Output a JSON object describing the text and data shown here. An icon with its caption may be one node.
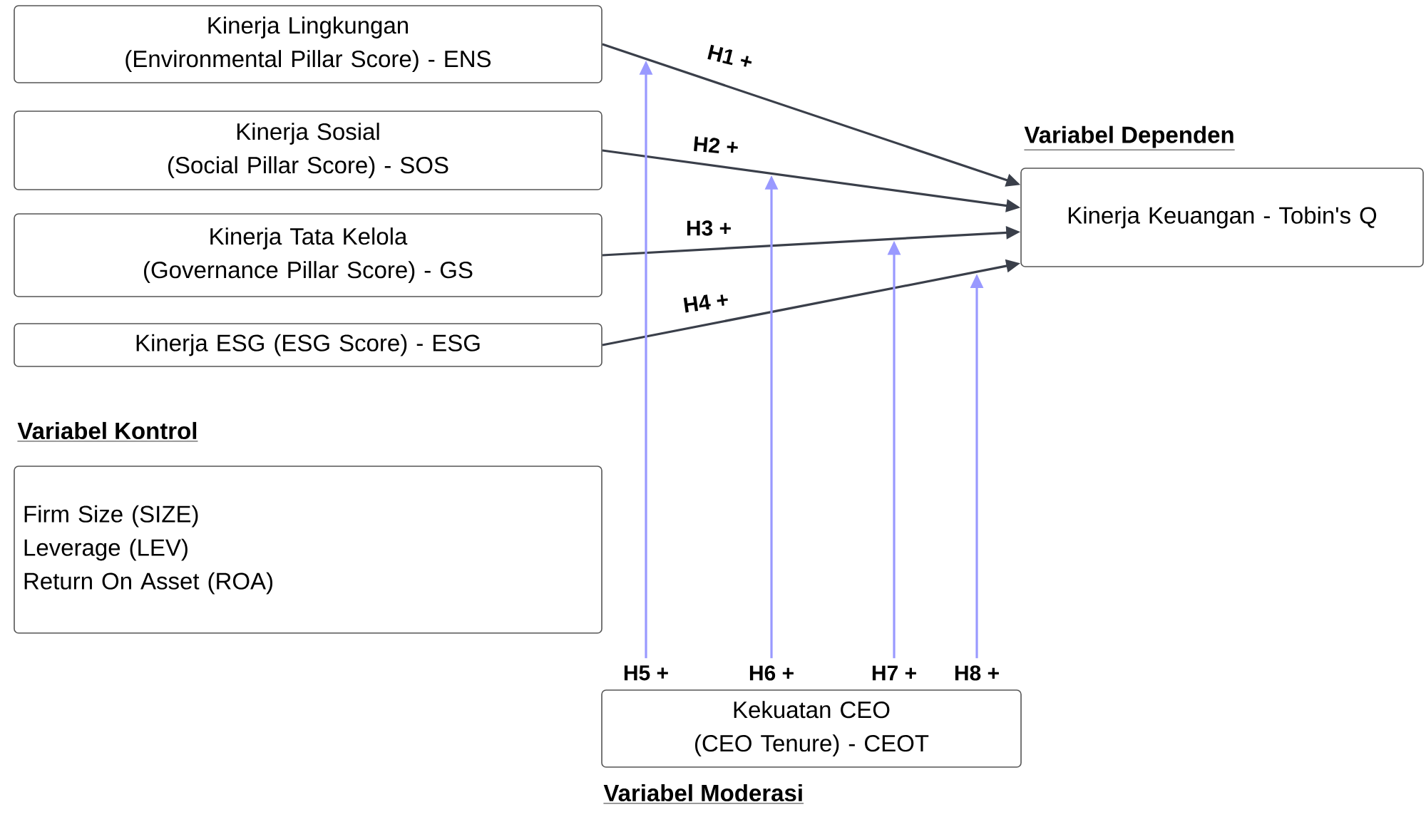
{
  "diagram": {
    "nodes": [
      {
        "text": [
          "Kinerja Lingkungan",
          "(Environmental Pillar Score) - ENS"
        ]
      },
      {
        "text": [
          "Kinerja Sosial",
          "(Social Pillar Score) - SOS"
        ]
      },
      {
        "text": [
          "Kinerja Tata Kelola",
          "(Governance Pillar Score) - GS"
        ]
      },
      {
        "text": [
          "Kinerja ESG (ESG Score) - ESG"
        ]
      },
      {
        "text": [
          "Variabel Dependen",
          "Kinerja Keuangan - Tobin's Q"
        ]
      },
      {
        "text": [
          "Variabel Kontrol",
          "Firm Size (SIZE)",
          "Leverage (LEV)",
          "Return On Asset (ROA)"
        ]
      },
      {
        "text": [
          "Kekuatan CEO",
          "(CEO Tenure) - CEOT",
          "Variabel Moderasi"
        ]
      }
    ],
    "edges": [
      {
        "from": 0,
        "to": 4,
        "arrow": "to",
        "label": "H1 +",
        "color": "#3a3f4a"
      },
      {
        "from": 1,
        "to": 4,
        "arrow": "to",
        "label": "H2 +",
        "color": "#3a3f4a"
      },
      {
        "from": 2,
        "to": 4,
        "arrow": "to",
        "label": "H3 +",
        "color": "#3a3f4a"
      },
      {
        "from": 3,
        "to": 4,
        "arrow": "to",
        "label": "H4 +",
        "color": "#3a3f4a"
      },
      {
        "from": 6,
        "to": null,
        "arrow": "to",
        "label": "H5 +",
        "color": "#9999ff"
      },
      {
        "from": 6,
        "to": null,
        "arrow": "to",
        "label": "H6 +",
        "color": "#9999ff"
      },
      {
        "from": 6,
        "to": null,
        "arrow": "to",
        "label": "H7 +",
        "color": "#9999ff"
      },
      {
        "from": 6,
        "to": null,
        "arrow": "to",
        "label": "H8 +",
        "color": "#9999ff"
      }
    ]
  }
}
